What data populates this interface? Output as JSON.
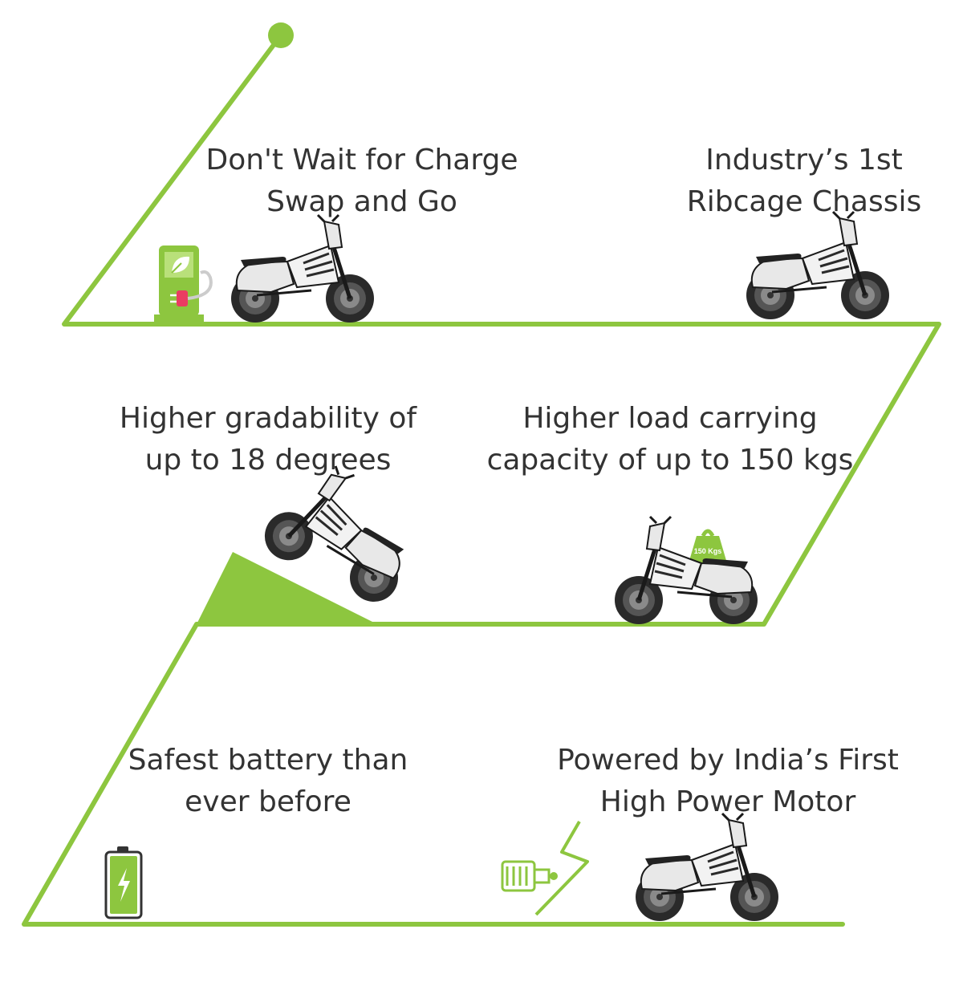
{
  "colors": {
    "accent": "#8dc63f",
    "text": "#333333",
    "plug": "#ea3d62"
  },
  "features": [
    {
      "id": "swap",
      "line1": "Don't Wait for Charge",
      "line2": "Swap and Go",
      "icon": "charging-station-icon"
    },
    {
      "id": "chassis",
      "line1": "Industry’s 1st",
      "line2": "Ribcage Chassis",
      "icon": "none"
    },
    {
      "id": "gradability",
      "line1": "Higher gradability of",
      "line2": "up to 18 degrees",
      "icon": "incline-ramp-icon"
    },
    {
      "id": "load",
      "line1": "Higher load carrying",
      "line2": "capacity of up to 150 kgs",
      "icon": "weight-icon",
      "weight_label": "150 Kgs"
    },
    {
      "id": "battery",
      "line1": "Safest battery than",
      "line2": "ever before",
      "icon": "battery-icon"
    },
    {
      "id": "motor",
      "line1": "Powered by India’s First",
      "line2": "High Power Motor",
      "icon": "motor-icon"
    }
  ]
}
